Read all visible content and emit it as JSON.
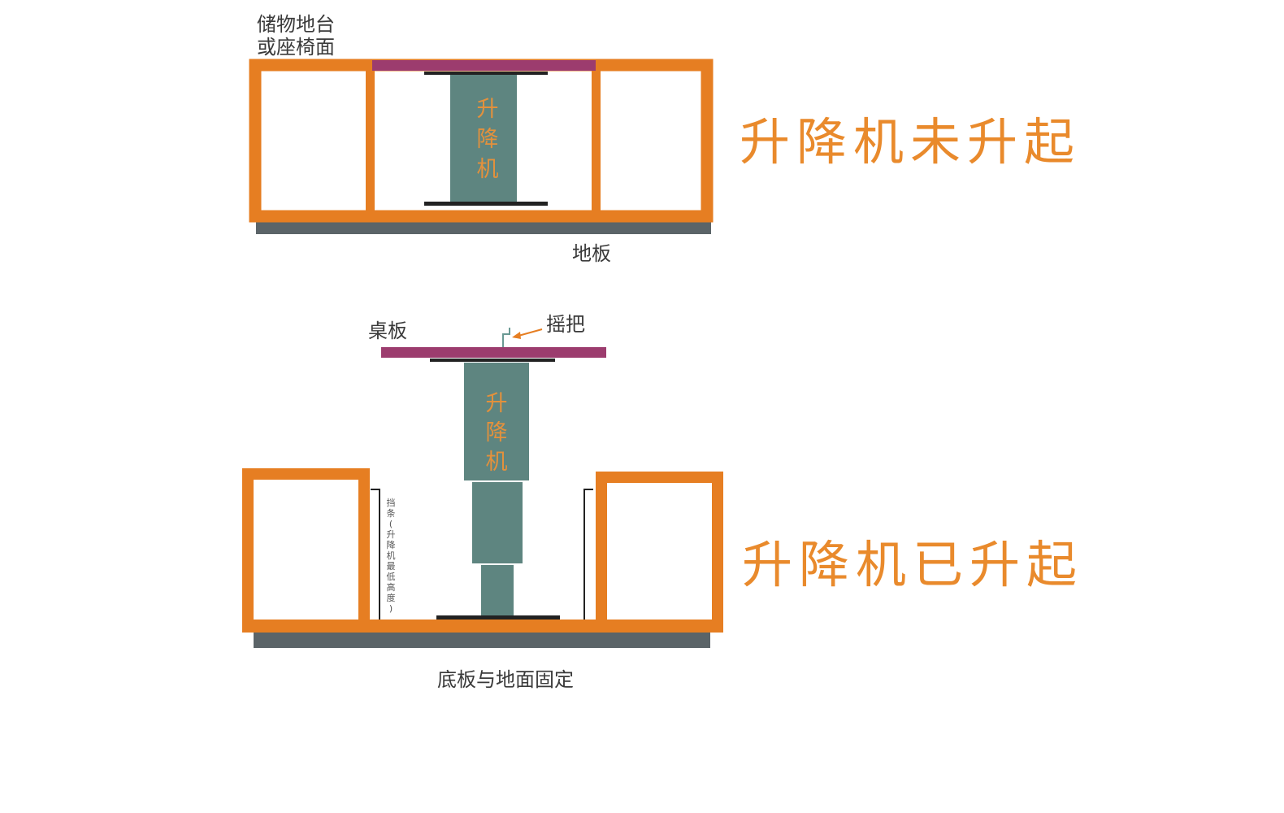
{
  "top": {
    "storage_label_line1": "储物地台",
    "storage_label_line2": "或座椅面",
    "lift_label": [
      "升",
      "降",
      "机"
    ],
    "floor_label": "地板",
    "state_title": "升降机未升起"
  },
  "bottom": {
    "desk_label": "桌板",
    "crank_label": "摇把",
    "lift_label": [
      "升",
      "降",
      "机"
    ],
    "side_note": [
      "挡",
      "条",
      "(",
      "升",
      "降",
      "机",
      "最",
      "低",
      "高",
      "度",
      ")"
    ],
    "base_label": "底板与地面固定",
    "state_title": "升降机已升起"
  },
  "colors": {
    "frame": "#e67e22",
    "lift": "#5e8580",
    "deck": "#9c3c6e",
    "floor": "#5b6468",
    "plate": "#222222"
  }
}
